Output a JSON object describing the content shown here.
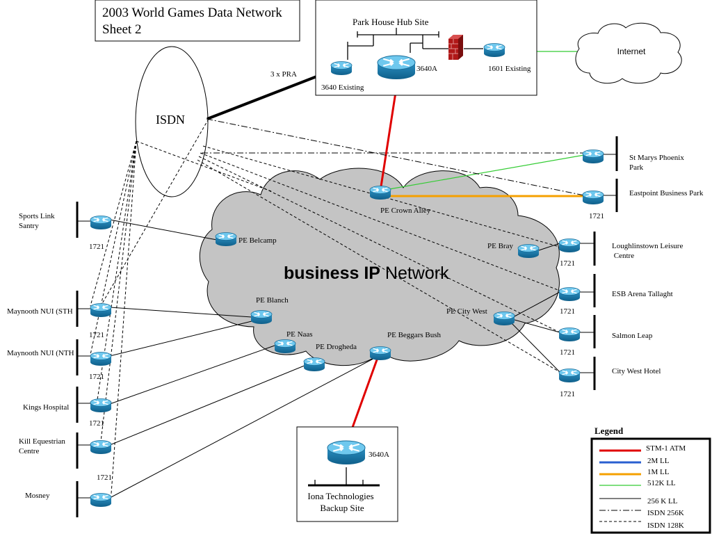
{
  "title": {
    "line1": "2003 World Games Data Network",
    "line2": "Sheet 2"
  },
  "hub": {
    "title": "Park House Hub Site",
    "pra_label": "3 x PRA",
    "router_existing": "3640 Existing",
    "router_main": "3640A",
    "router_1601": "1601 Existing"
  },
  "internet": "Internet",
  "isdn": "ISDN",
  "cloud": {
    "bold": "business IP",
    "normal": " Network"
  },
  "pe": {
    "crown_alley": "PE Crown Alley",
    "belcamp": "PE Belcamp",
    "bray": "PE Bray",
    "blanch": "PE Blanch",
    "naas": "PE Naas",
    "drogheda": "PE Drogheda",
    "beggars_bush": "PE Beggars Bush",
    "city_west": "PE City West"
  },
  "left_sites": [
    {
      "line1": "Sports Link",
      "line2": "Santry",
      "model": "1721"
    },
    {
      "line1": "Maynooth NUI (STH",
      "line2": "",
      "model": "1721"
    },
    {
      "line1": "Maynooth NUI (NTH",
      "line2": "",
      "model": "1721"
    },
    {
      "line1": "Kings Hospital",
      "line2": "",
      "model": "1721"
    },
    {
      "line1": "Kill Equestrian",
      "line2": "Centre",
      "model": "1721"
    },
    {
      "line1": "Mosney",
      "line2": "",
      "model": ""
    }
  ],
  "right_sites": [
    {
      "line1": "St Marys Phoenix",
      "line2": "Park",
      "model": ""
    },
    {
      "line1": "Eastpoint Business Park",
      "line2": "",
      "model": "1721"
    },
    {
      "line1": "Loughlinstown Leisure",
      "line2": " Centre",
      "model": "1721"
    },
    {
      "line1": "ESB Arena Tallaght",
      "line2": "",
      "model": "1721"
    },
    {
      "line1": "Salmon Leap",
      "line2": "",
      "model": "1721"
    },
    {
      "line1": "City West Hotel",
      "line2": "",
      "model": "1721"
    }
  ],
  "backup": {
    "router": "3640A",
    "line1": "Iona Technologies",
    "line2": "Backup Site"
  },
  "legend": {
    "title": "Legend",
    "items": [
      {
        "label": "STM-1 ATM",
        "color": "#e00000"
      },
      {
        "label": "2M LL",
        "color": "#2a5fd0"
      },
      {
        "label": "1M LL",
        "color": "#f5a000"
      },
      {
        "label": "512K LL",
        "color": "#33cc33"
      },
      {
        "label": "256 K LL",
        "color": "#000000"
      },
      {
        "label": "ISDN 256K",
        "color": "#000000"
      },
      {
        "label": "ISDN 128K",
        "color": "#000000"
      }
    ]
  }
}
